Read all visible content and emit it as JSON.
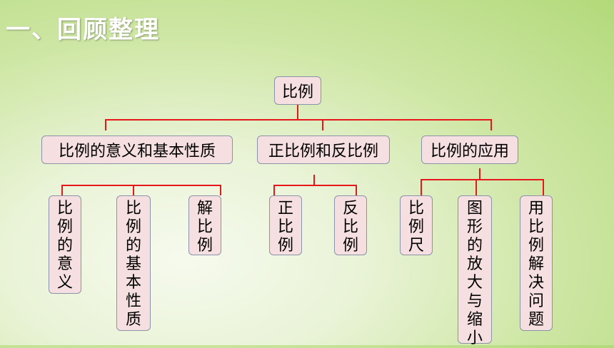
{
  "title": "一、回顾整理",
  "root": "比例",
  "level1": [
    {
      "label": "比例的意义和基本性质",
      "children": [
        "比例的意义",
        "比例的基本性质",
        "解比例"
      ]
    },
    {
      "label": "正比例和反比例",
      "children": [
        "正比例",
        "反比例"
      ]
    },
    {
      "label": "比例的应用",
      "children": [
        "比例尺",
        "图形的放大与缩小",
        "用比例解决问题"
      ]
    }
  ],
  "colors": {
    "line": "#e8171b",
    "box_fill": "#f6dfe0",
    "box_border": "#8a93a8"
  }
}
